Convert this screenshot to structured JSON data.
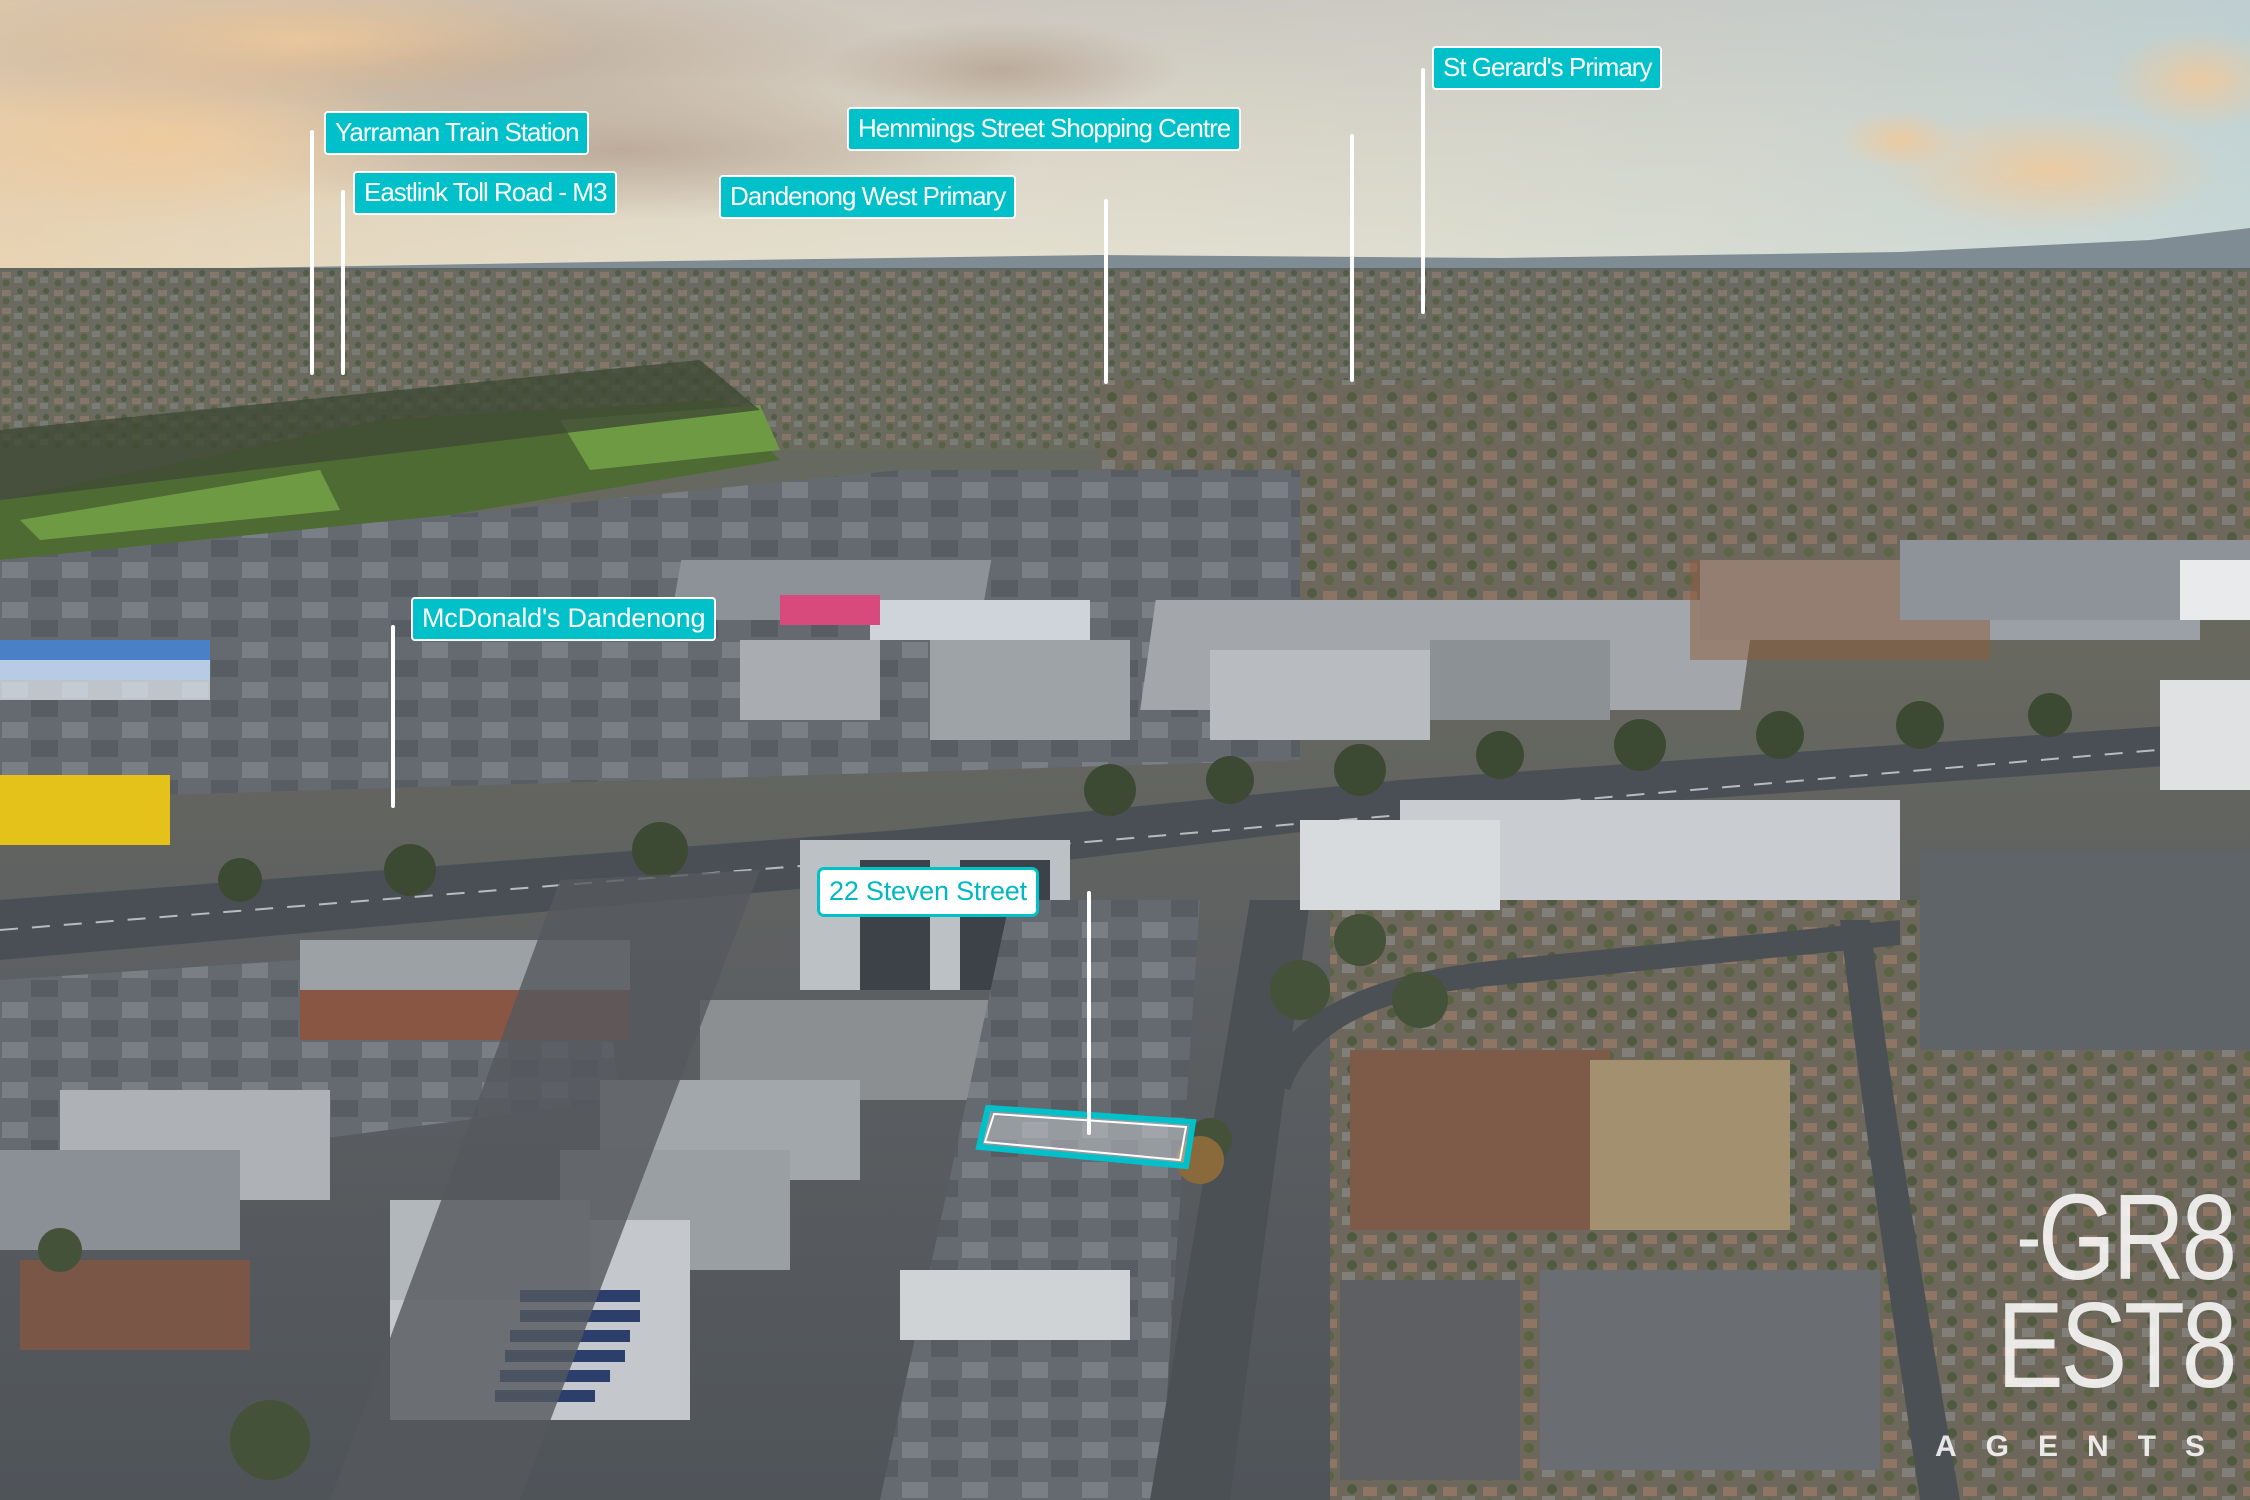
{
  "image": {
    "description": "Aerial drone photo of Dandenong, Victoria at sunset: industrial estate, arterial road, townhouses, with annotated points of interest"
  },
  "labels": [
    {
      "id": "yarraman",
      "text": "Yarraman Train Station"
    },
    {
      "id": "eastlink",
      "text": "Eastlink Toll Road - M3"
    },
    {
      "id": "dandenong-west",
      "text": "Dandenong West Primary"
    },
    {
      "id": "hemmings",
      "text": "Hemmings Street Shopping Centre"
    },
    {
      "id": "st-gerards",
      "text": "St Gerard's Primary"
    },
    {
      "id": "mcdonalds",
      "text": "McDonald's Dandenong"
    }
  ],
  "subject": {
    "label": "22 Steven Street"
  },
  "logo": {
    "line1": "GR8",
    "line2": "EST8",
    "line3": "AGENTS"
  },
  "colors": {
    "label_bg": "#00c1c9",
    "label_text": "#ffffff",
    "subject_outline": "#00c1c9"
  }
}
